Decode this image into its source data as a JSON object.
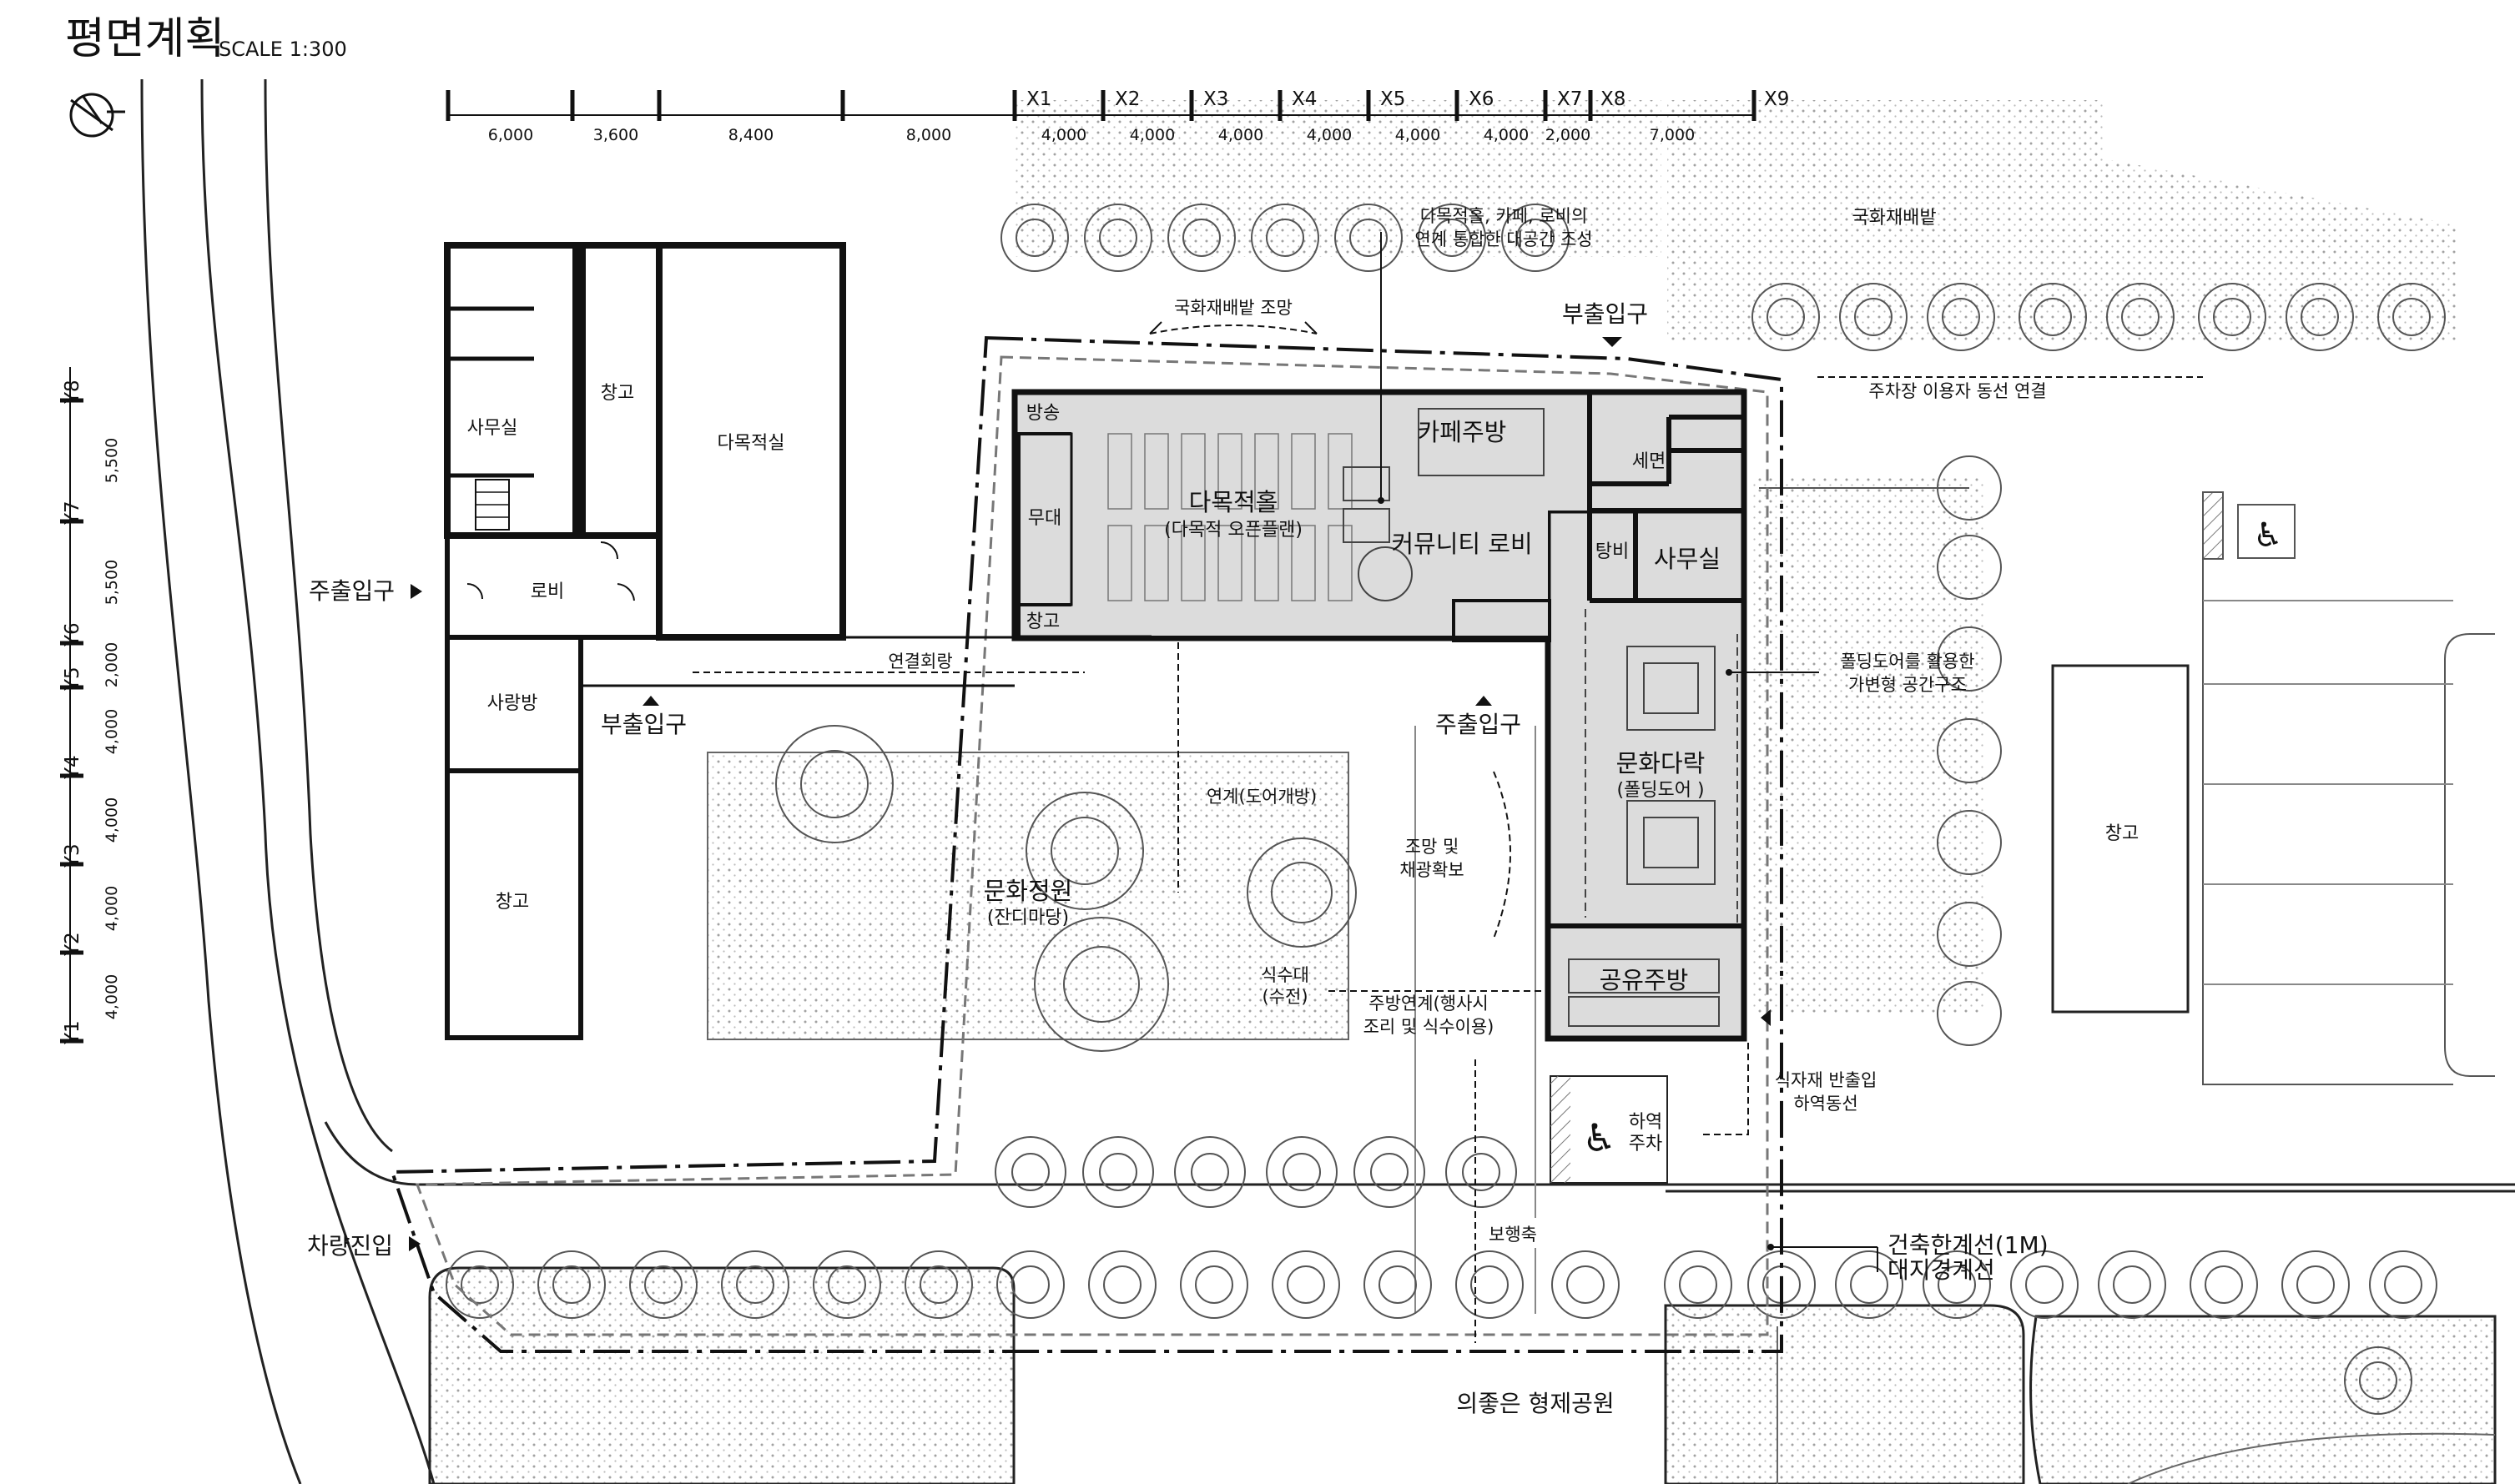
{
  "title": "평면계획",
  "scale": "SCALE 1:300",
  "icons": {
    "north": "north-arrow-icon",
    "accessible": "wheelchair-icon"
  },
  "colors": {
    "line": "#111111",
    "building_fill": "#d9d9d9",
    "dot": "#9a9a9a"
  },
  "dims_top": [
    "6,000",
    "3,600",
    "8,400",
    "8,000",
    "4,000",
    "4,000",
    "4,000",
    "4,000",
    "4,000",
    "4,000",
    "2,000",
    "7,000"
  ],
  "grid_x": [
    "X1",
    "X2",
    "X3",
    "X4",
    "X5",
    "X6",
    "X7",
    "X8",
    "X9"
  ],
  "grid_y": [
    "Y1",
    "Y2",
    "Y3",
    "Y4",
    "Y5",
    "Y6",
    "Y7",
    "Y8"
  ],
  "dims_left": [
    "4,000",
    "4,000",
    "4,000",
    "4,000",
    "2,000",
    "5,500",
    "5,500"
  ],
  "rooms": {
    "office_w": "사무실",
    "storage_w1": "창고",
    "multi_w": "다목적실",
    "lobby_w": "로비",
    "sarang": "사랑방",
    "storage_w2": "창고",
    "broadcast": "방송",
    "stage": "무대",
    "storage_small": "창고",
    "hall": "다목적홀",
    "hall_sub": "(다목적 오픈플랜)",
    "cafe": "카페주방",
    "lobby": "커뮤니티 로비",
    "wash": "세면",
    "tangbi": "탕비",
    "office": "사무실",
    "culture": "문화다락",
    "culture_sub": "(폴딩도어 )",
    "kitchen": "공유주방",
    "storage_e": "창고",
    "field_n": "국화재배밭",
    "garden": "문화정원",
    "garden_sub": "(잔디마당)",
    "park": "의좋은 형제공원"
  },
  "entrances": {
    "main_w": "주출입구",
    "sub_w": "부출입구",
    "main_c": "주출입구",
    "sub_n": "부출입구",
    "vehicle": "차량진입"
  },
  "annotations": {
    "top_1": "다목적홀, 카페, 로비의",
    "top_2": "연계 통합한 대공간 조성",
    "view": "국화재배밭 조망",
    "parking_link": "주차장 이용자 동선 연결",
    "corridor": "연결회랑",
    "folding_1": "폴딩도어를 활용한",
    "folding_2": "가변형 공간구조",
    "link_door": "연계(도어개방)",
    "light_1": "조망 및",
    "light_2": "채광확보",
    "sink_1": "식수대",
    "sink_2": "(수전)",
    "kitchen_link_1": "주방연계(행사시",
    "kitchen_link_2": "조리 및 식수이용)",
    "food_1": "식자재 반출입",
    "food_2": "하역동선",
    "unload_1": "하역",
    "unload_2": "주차",
    "walk": "보행축"
  },
  "legend": {
    "setback": "건축한계선(1M)",
    "boundary": "대지경계선"
  }
}
